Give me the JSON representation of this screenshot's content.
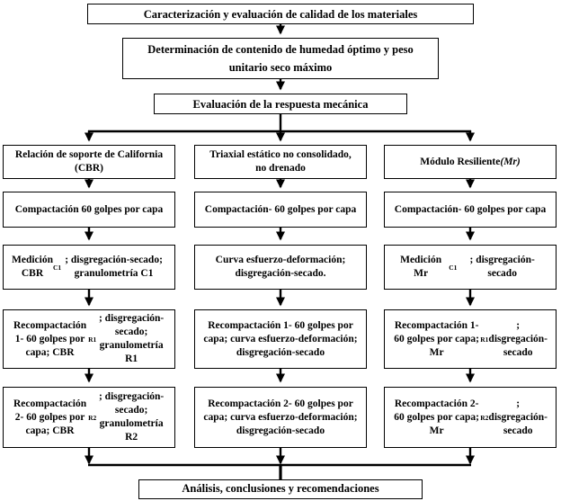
{
  "flowchart": {
    "top_nodes": [
      {
        "id": "caracterizacion",
        "text": "Caracterización y evaluación de calidad de los materiales"
      },
      {
        "id": "humedad",
        "text": "Determinación de contenido de humedad óptimo y peso unitario seco máximo"
      },
      {
        "id": "respuesta",
        "text": "Evaluación de la respuesta mecánica"
      }
    ],
    "columns": [
      {
        "name": "relacion-soporte-california",
        "header": {
          "segments": [
            {
              "t": "Relación de soporte de California (CBR)"
            }
          ]
        },
        "steps": [
          {
            "segments": [
              {
                "t": "Compactación  60 golpes por capa"
              }
            ]
          },
          {
            "segments": [
              {
                "t": "Medición CBR"
              },
              {
                "t": "C1",
                "s": "sub"
              },
              {
                "t": "; disgregación-secado; granulometría C1"
              }
            ]
          },
          {
            "segments": [
              {
                "t": "Recompactación 1- 60 golpes por capa; CBR"
              },
              {
                "t": "R1",
                "s": "sub"
              },
              {
                "t": "; disgregación-secado; granulometría R1"
              }
            ]
          },
          {
            "segments": [
              {
                "t": "Recompactación 2- 60 golpes por capa; CBR"
              },
              {
                "t": "R2",
                "s": "sub"
              },
              {
                "t": "; disgregación-secado; granulometría R2"
              }
            ]
          }
        ]
      },
      {
        "name": "triaxial-estatico",
        "header": {
          "segments": [
            {
              "t": "Triaxial estático no consolidado, no drenado"
            }
          ]
        },
        "steps": [
          {
            "segments": [
              {
                "t": "Compactación- 60 golpes por capa"
              }
            ]
          },
          {
            "segments": [
              {
                "t": "Curva esfuerzo-deformación; disgregación-secado."
              }
            ]
          },
          {
            "segments": [
              {
                "t": "Recompactación 1- 60 golpes por capa; curva esfuerzo-deformación; disgregación-secado"
              }
            ]
          },
          {
            "segments": [
              {
                "t": "Recompactación 2- 60 golpes por capa; curva esfuerzo-deformación; disgregación-secado"
              }
            ]
          }
        ]
      },
      {
        "name": "modulo-resiliente",
        "header": {
          "segments": [
            {
              "t": "Módulo Resiliente "
            },
            {
              "t": "(Mr)",
              "s": "it"
            }
          ]
        },
        "steps": [
          {
            "segments": [
              {
                "t": "Compactación- 60 golpes por capa"
              }
            ]
          },
          {
            "segments": [
              {
                "t": "Medición Mr"
              },
              {
                "t": "C1",
                "s": "sub"
              },
              {
                "t": "; disgregación-secado"
              }
            ]
          },
          {
            "segments": [
              {
                "t": "Recompactación 1- 60 golpes por capa; Mr"
              },
              {
                "t": "R1",
                "s": "sub"
              },
              {
                "t": "; disgregación-secado"
              }
            ]
          },
          {
            "segments": [
              {
                "t": "Recompactación 2- 60 golpes por capa; Mr"
              },
              {
                "t": "R2",
                "s": "sub"
              },
              {
                "t": "; disgregación-secado"
              }
            ]
          }
        ]
      }
    ],
    "end_node": {
      "id": "conclusiones",
      "text": "Análisis, conclusiones y recomendaciones"
    },
    "colors": {
      "line": "#000000",
      "box_border": "#000000",
      "background": "#ffffff",
      "text": "#000000"
    }
  }
}
